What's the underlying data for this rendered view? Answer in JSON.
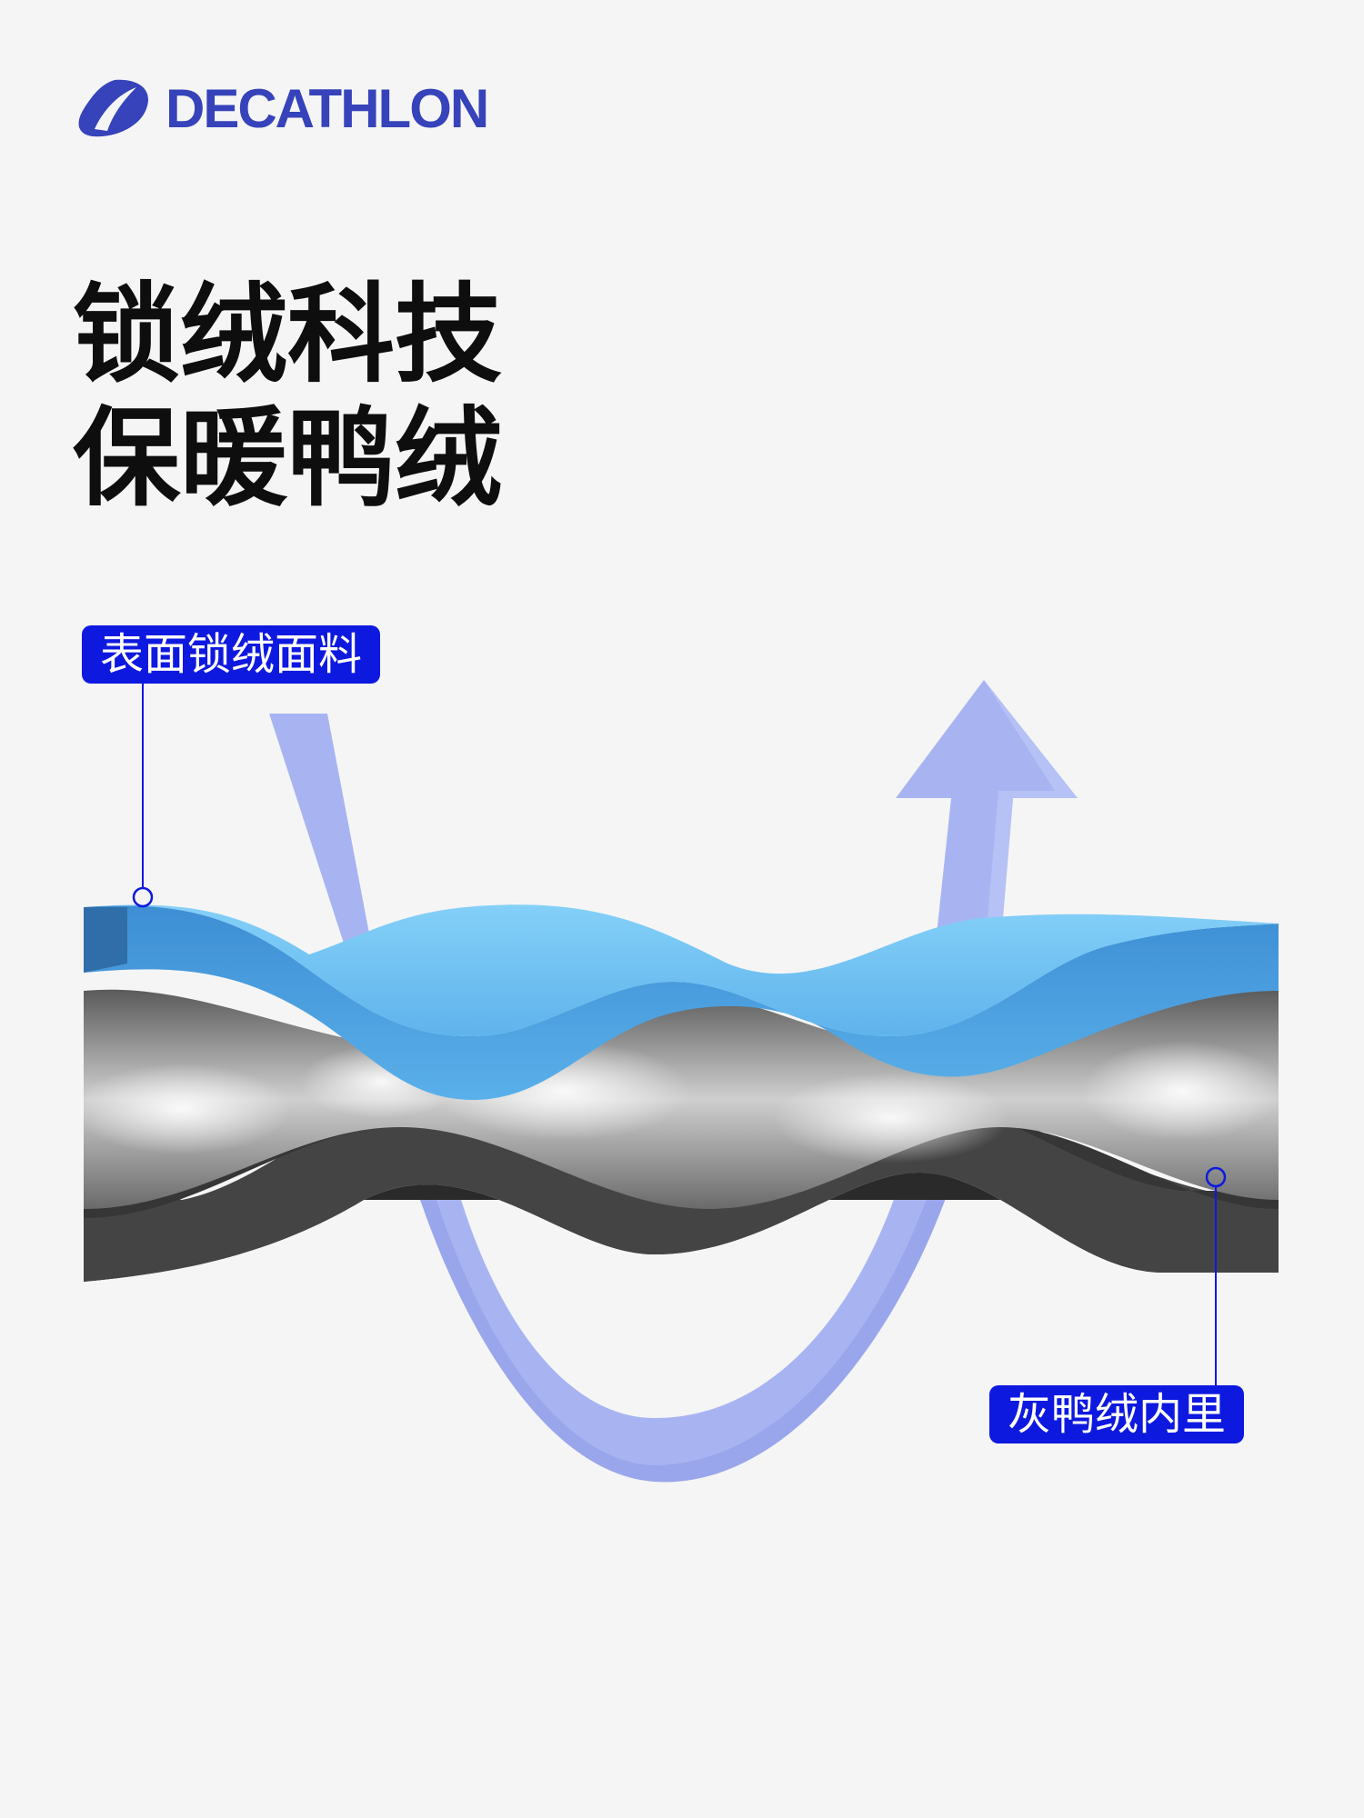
{
  "brand": {
    "name": "DECATHLON",
    "logo_icon": "decathlon-swoosh-icon",
    "color": "#3643ba"
  },
  "headline": {
    "line1": "锁绒科技",
    "line2": "保暖鸭绒"
  },
  "callouts": {
    "outer_fabric": "表面锁绒面料",
    "inner_lining": "灰鸭绒内里"
  },
  "colors": {
    "background": "#f5f5f5",
    "tag": "#0e19e0",
    "fabric_top": "#7ec8f4",
    "fabric_side": "#3b8fd3",
    "lining": "#3a3a3a",
    "arrow": "#a8b4f2"
  }
}
